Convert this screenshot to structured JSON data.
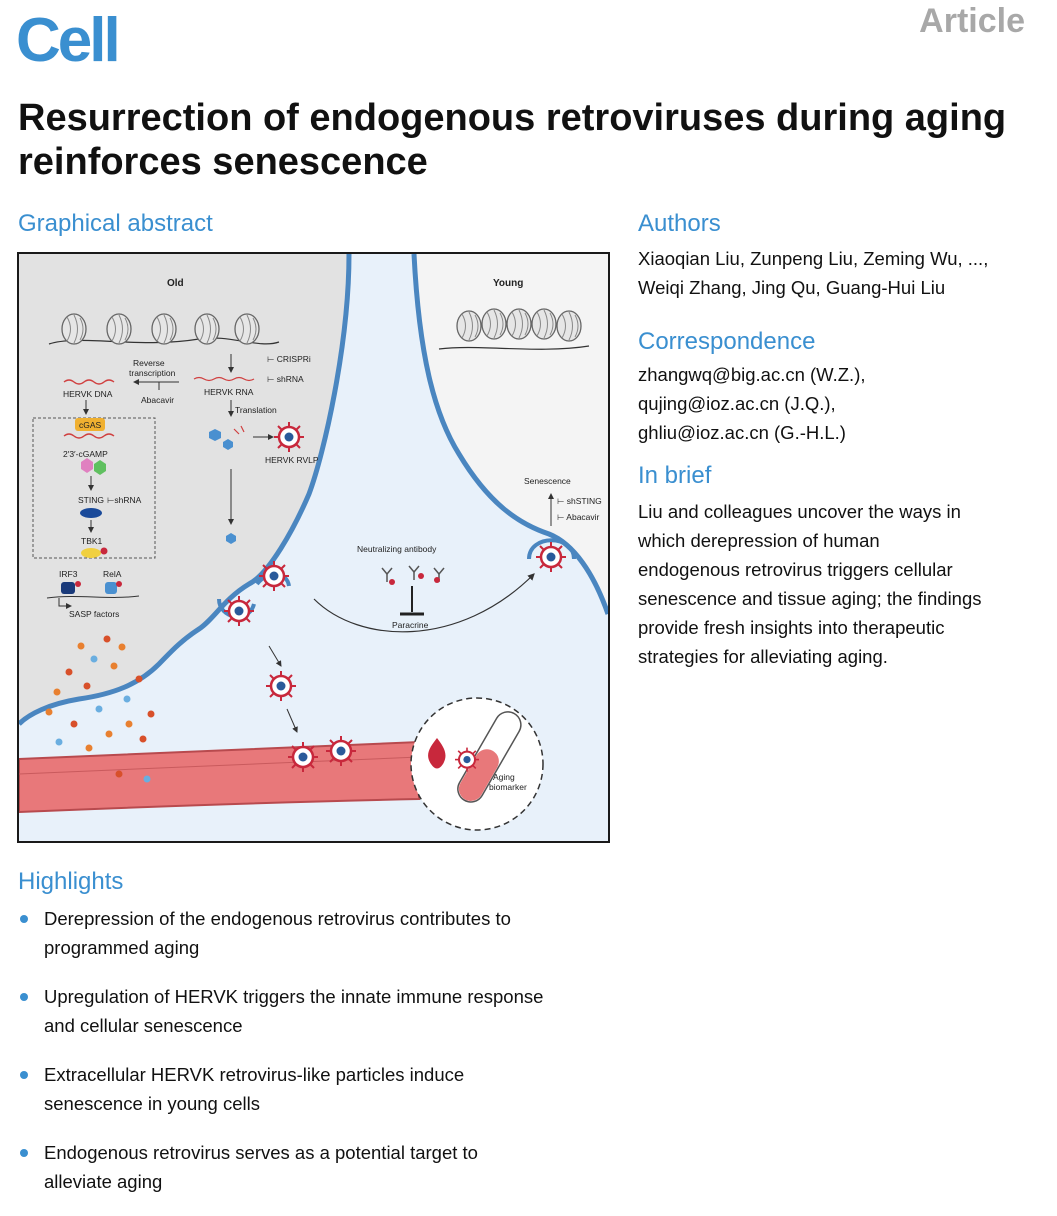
{
  "header": {
    "journal": "Cell",
    "article_type": "Article"
  },
  "title": "Resurrection of endogenous retroviruses during aging reinforces senescence",
  "graphical_abstract": {
    "heading": "Graphical abstract",
    "labels": {
      "old": "Old",
      "young": "Young",
      "crispri": "⊢ CRISPRi",
      "shrna_top": "⊢ shRNA",
      "reverse_1": "Reverse",
      "reverse_2": "transcription",
      "abacavir": "Abacavir",
      "hervk_dna": "HERVK DNA",
      "hervk_rna": "HERVK RNA",
      "translation": "Translation",
      "hervk_rvlp": "HERVK RVLP",
      "cgas": "cGAS",
      "cgamp": "2′3′-cGAMP",
      "sting": "STING",
      "sting_shrna": "⊢shRNA",
      "tbk1": "TBK1",
      "irf3": "IRF3",
      "rela": "RelA",
      "sasp": "SASP factors",
      "neutralizing": "Neutralizing antibody",
      "paracrine": "Paracrine",
      "senescence": "Senescence",
      "shsting": "⊢ shSTING",
      "abacavir_2": "⊢ Abacavir",
      "aging_1": "Aging",
      "aging_2": "biomarker"
    }
  },
  "authors": {
    "heading": "Authors",
    "line1": "Xiaoqian Liu, Zunpeng Liu, Zeming Wu, ...,",
    "line2": "Weiqi Zhang, Jing Qu, Guang-Hui Liu"
  },
  "correspondence": {
    "heading": "Correspondence",
    "lines": [
      "zhangwq@big.ac.cn (W.Z.),",
      "qujing@ioz.ac.cn (J.Q.),",
      "ghliu@ioz.ac.cn (G.-H.L.)"
    ]
  },
  "in_brief": {
    "heading": "In brief",
    "lines": [
      "Liu and colleagues uncover the ways in",
      "which derepression of human",
      "endogenous retrovirus triggers cellular",
      "senescence and tissue aging; the findings",
      "provide fresh insights into therapeutic",
      "strategies for alleviating aging."
    ]
  },
  "highlights": {
    "heading": "Highlights",
    "items": [
      {
        "line1": "Derepression of the endogenous retrovirus contributes to",
        "line2": "programmed aging"
      },
      {
        "line1": "Upregulation of HERVK triggers the innate immune response",
        "line2": "and cellular senescence"
      },
      {
        "line1": "Extracellular HERVK retrovirus-like particles induce",
        "line2": "senescence in young cells"
      },
      {
        "line1": "Endogenous retrovirus serves as a potential target to",
        "line2": "alleviate aging"
      }
    ]
  },
  "colors": {
    "accent": "#3a8fd0",
    "membrane": "#4a86c0",
    "vessel": "#e8787a",
    "virus": "#c8283c"
  }
}
